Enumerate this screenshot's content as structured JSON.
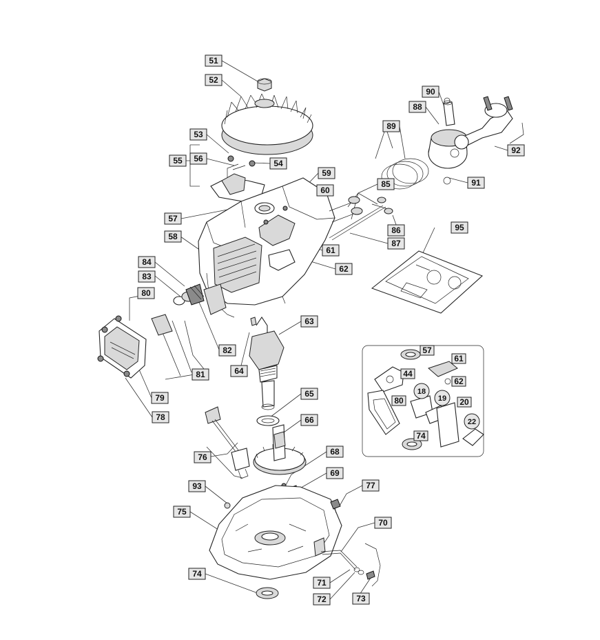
{
  "labels": [
    {
      "id": "51",
      "text": "51"
    },
    {
      "id": "52",
      "text": "52"
    },
    {
      "id": "53",
      "text": "53"
    },
    {
      "id": "54",
      "text": "54"
    },
    {
      "id": "55",
      "text": "55"
    },
    {
      "id": "56",
      "text": "56"
    },
    {
      "id": "57",
      "text": "57"
    },
    {
      "id": "58",
      "text": "58"
    },
    {
      "id": "59",
      "text": "59"
    },
    {
      "id": "60",
      "text": "60"
    },
    {
      "id": "61",
      "text": "61"
    },
    {
      "id": "62",
      "text": "62"
    },
    {
      "id": "63",
      "text": "63"
    },
    {
      "id": "64",
      "text": "64"
    },
    {
      "id": "65",
      "text": "65"
    },
    {
      "id": "66",
      "text": "66"
    },
    {
      "id": "68",
      "text": "68"
    },
    {
      "id": "69",
      "text": "69"
    },
    {
      "id": "70",
      "text": "70"
    },
    {
      "id": "71",
      "text": "71"
    },
    {
      "id": "72",
      "text": "72"
    },
    {
      "id": "73",
      "text": "73"
    },
    {
      "id": "74",
      "text": "74"
    },
    {
      "id": "75",
      "text": "75"
    },
    {
      "id": "76",
      "text": "76"
    },
    {
      "id": "77",
      "text": "77"
    },
    {
      "id": "78",
      "text": "78"
    },
    {
      "id": "79",
      "text": "79"
    },
    {
      "id": "80",
      "text": "80"
    },
    {
      "id": "81",
      "text": "81"
    },
    {
      "id": "82",
      "text": "82"
    },
    {
      "id": "83",
      "text": "83"
    },
    {
      "id": "84",
      "text": "84"
    },
    {
      "id": "85",
      "text": "85"
    },
    {
      "id": "86",
      "text": "86"
    },
    {
      "id": "87",
      "text": "87"
    },
    {
      "id": "88",
      "text": "88"
    },
    {
      "id": "89",
      "text": "89"
    },
    {
      "id": "90",
      "text": "90"
    },
    {
      "id": "91",
      "text": "91"
    },
    {
      "id": "92",
      "text": "92"
    },
    {
      "id": "93",
      "text": "93"
    },
    {
      "id": "95",
      "text": "95"
    }
  ],
  "gasket_kit_labels": [
    {
      "id": "k57",
      "text": "57"
    },
    {
      "id": "k61",
      "text": "61"
    },
    {
      "id": "k44",
      "text": "44"
    },
    {
      "id": "k62",
      "text": "62"
    },
    {
      "id": "k18",
      "text": "18"
    },
    {
      "id": "k19",
      "text": "19"
    },
    {
      "id": "k80",
      "text": "80"
    },
    {
      "id": "k20",
      "text": "20"
    },
    {
      "id": "k22",
      "text": "22"
    },
    {
      "id": "k74",
      "text": "74"
    }
  ],
  "colors": {
    "label_fill": "#e6e6e6",
    "ink": "#222222"
  }
}
